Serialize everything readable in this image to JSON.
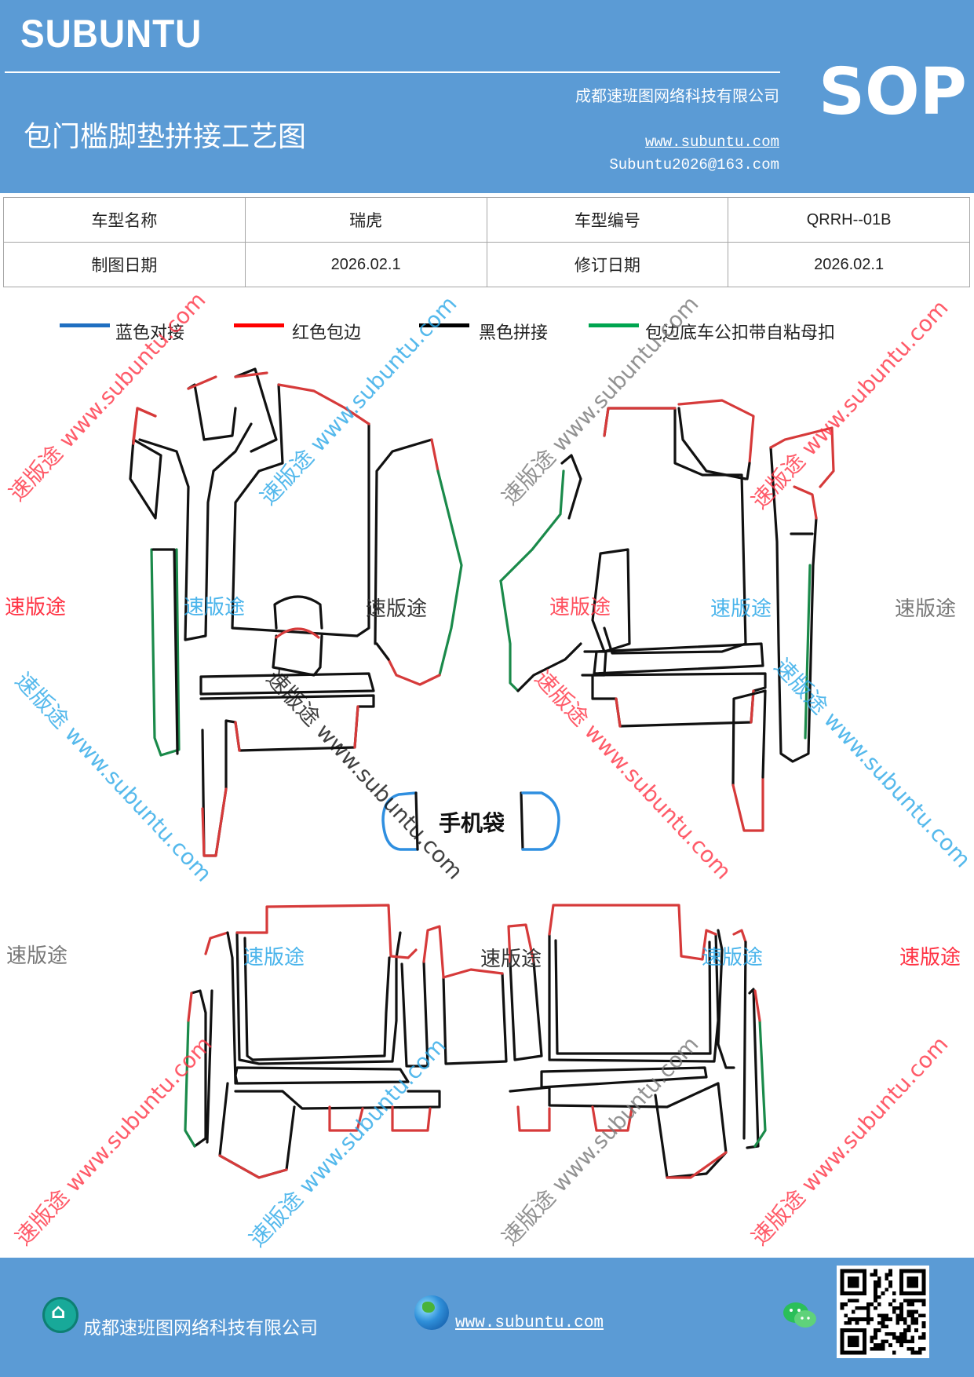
{
  "header": {
    "brand": "SUBUNTU",
    "title": "包门槛脚垫拼接工艺图",
    "company": "成都速班图网络科技有限公司",
    "website": "www.subuntu.com",
    "email": "Subuntu2026@163.com",
    "sop": "SOP"
  },
  "info_table": {
    "rows": [
      [
        "车型名称",
        "瑞虎",
        "车型编号",
        "QRRH--01B"
      ],
      [
        "制图日期",
        "2026.02.1",
        "修订日期",
        "2026.02.1"
      ]
    ]
  },
  "legend": [
    {
      "label": "蓝色对接",
      "color": "#1f6fc1"
    },
    {
      "label": "红色包边",
      "color": "#ff0000"
    },
    {
      "label": "黑色拼接",
      "color": "#000000"
    },
    {
      "label": "包边底车公扣带自粘母扣",
      "color": "#00a550"
    }
  ],
  "diagram": {
    "phone_pocket_label": "手机袋",
    "watermark_brand": "速版途",
    "watermark_url": "速版途 www.subuntu.com",
    "colors": {
      "black": "#111111",
      "red": "#d63a3a",
      "green": "#1a8a4a",
      "blue": "#2f8fe0",
      "wm_red": "#ff3344",
      "wm_blue": "#2ba8e8",
      "wm_gray": "#777777"
    }
  },
  "footer": {
    "company": "成都速班图网络科技有限公司",
    "website": "www.subuntu.com "
  }
}
